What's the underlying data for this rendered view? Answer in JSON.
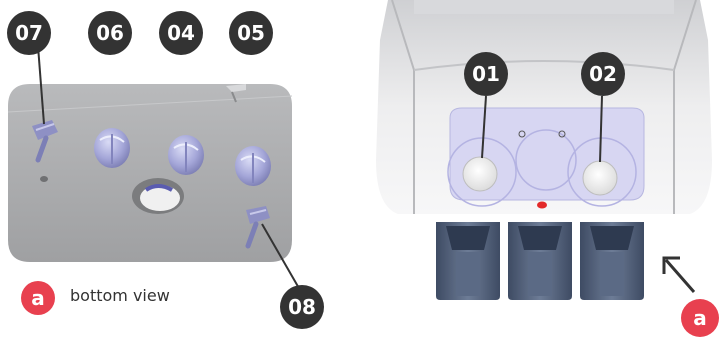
{
  "left_panel": {
    "callouts": {
      "c07": "07",
      "c06": "06",
      "c04": "04",
      "c05": "05",
      "c08": "08"
    },
    "legend": {
      "marker": "a",
      "text": "bottom view"
    }
  },
  "right_panel": {
    "callouts": {
      "c01": "01",
      "c02": "02"
    },
    "view_marker": "a"
  },
  "colors": {
    "callout_bg": "#333333",
    "marker_bg": "#e8404f",
    "panel_gray": "#a9aaac",
    "knob_lavender": "#a8a9d8",
    "control_panel": "#d7d6f2",
    "holder_blue": "#4f5f7a"
  }
}
